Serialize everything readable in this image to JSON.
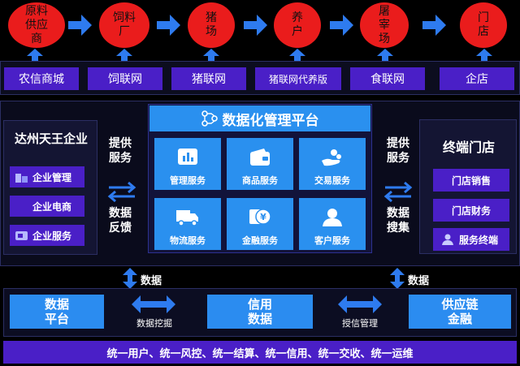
{
  "chain": {
    "nodes": [
      "原料\n供应\n商",
      "饲料\n厂",
      "猪\n场",
      "养\n户",
      "屠\n宰\n场",
      "门\n店"
    ],
    "platforms": [
      "农信商城",
      "饲联网",
      "猪联网",
      "猪联网代养版",
      "食联网",
      "企店"
    ]
  },
  "enterprise": {
    "title": "达州天王企业",
    "items": [
      "企业管理",
      "企业电商",
      "企业服务"
    ]
  },
  "left_flow": {
    "top": "提供\n服务",
    "bottom": "数据\n反馈"
  },
  "platform": {
    "title": "数据化管理平台",
    "services": [
      "管理服务",
      "商品服务",
      "交易服务",
      "物流服务",
      "金融服务",
      "客户服务"
    ]
  },
  "right_flow": {
    "top": "提供\n服务",
    "bottom": "数据\n搜集"
  },
  "terminal": {
    "title": "终端门店",
    "items": [
      "门店销售",
      "门店财务",
      "服务终端"
    ]
  },
  "data_links": {
    "left": "数据",
    "right": "数据"
  },
  "bottom": {
    "blocks": [
      "数据\n平台",
      "信用\n数据",
      "供应链\n金融"
    ],
    "link_labels": [
      "数据挖掘",
      "授信管理"
    ]
  },
  "footer": "统一用户、统一风控、统一结算、统一信用、统一交收、统一运维",
  "colors": {
    "node_red": "#ea1c1c",
    "arrow_blue": "#2e7bef",
    "purple": "#4a1fc7",
    "tile_blue": "#2a90ef"
  }
}
